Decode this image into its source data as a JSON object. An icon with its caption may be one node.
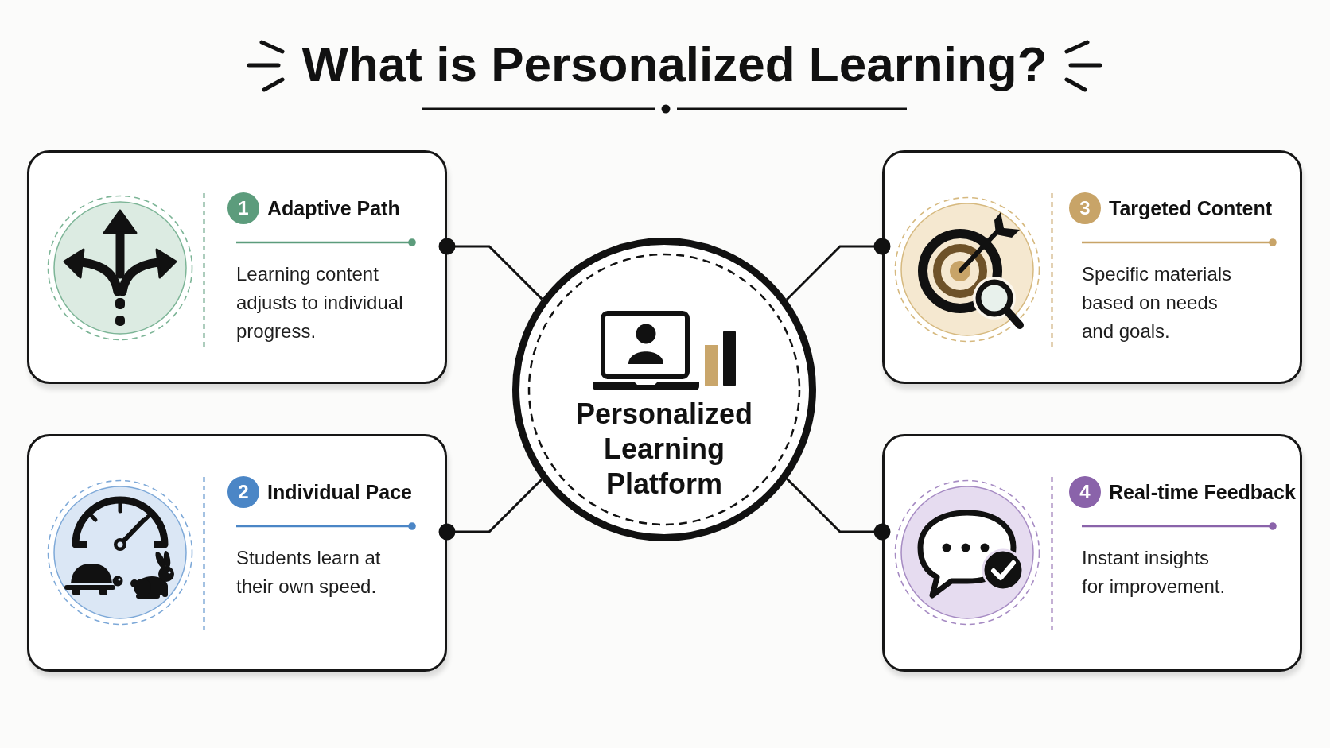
{
  "diagram": {
    "title": "What is Personalized Learning?",
    "nodes": [
      {
        "text": [
          "Personalized Learning Platform"
        ]
      },
      {
        "text": [
          "1",
          "Adaptive Path",
          "Learning content adjusts to individual progress."
        ]
      },
      {
        "text": [
          "2",
          "Individual Pace",
          "Students learn at their own speed."
        ]
      },
      {
        "text": [
          "3",
          "Targeted Content",
          "Specific materials based on needs and goals."
        ]
      },
      {
        "text": [
          "4",
          "Real-time Feedback",
          "Instant insights for improvement."
        ]
      }
    ],
    "edges": [
      {
        "from": 0,
        "to": 1,
        "arrow": "other"
      },
      {
        "from": 0,
        "to": 2,
        "arrow": "other"
      },
      {
        "from": 0,
        "to": 3,
        "arrow": "other"
      },
      {
        "from": 0,
        "to": 4,
        "arrow": "other"
      }
    ]
  }
}
